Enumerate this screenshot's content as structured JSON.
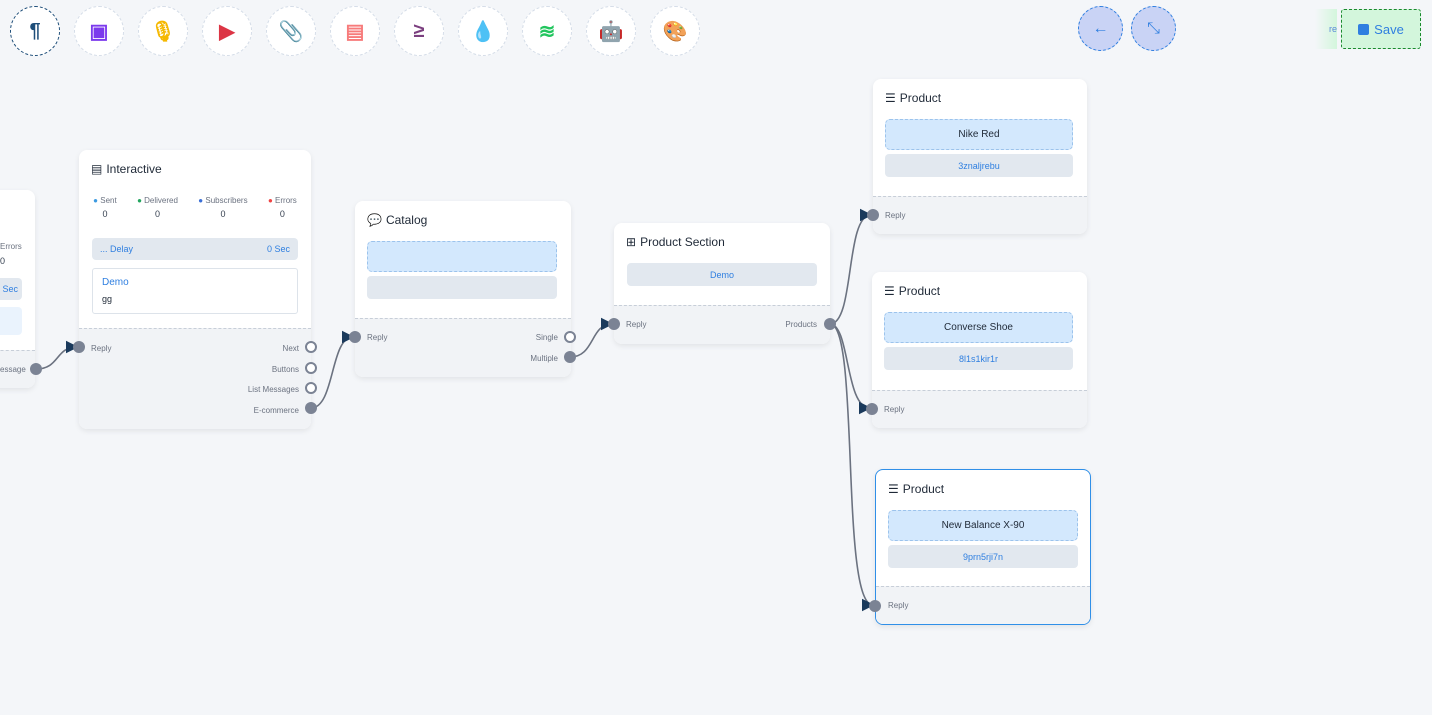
{
  "toolbar": {
    "tools": [
      {
        "icon": "paragraph-icon",
        "glyph": "¶",
        "color": "#1e4e79"
      },
      {
        "icon": "image-icon",
        "glyph": "▣",
        "color": "#7c3aed"
      },
      {
        "icon": "microphone-icon",
        "glyph": "🎙",
        "color": "#f5b800"
      },
      {
        "icon": "youtube-icon",
        "glyph": "▶",
        "color": "#dc3545"
      },
      {
        "icon": "paperclip-icon",
        "glyph": "📎",
        "color": "#198754"
      },
      {
        "icon": "newspaper-icon",
        "glyph": "▤",
        "color": "#f77b7b"
      },
      {
        "icon": "greater-equal-icon",
        "glyph": "≥",
        "color": "#7b3f7f"
      },
      {
        "icon": "droplet-icon",
        "glyph": "💧",
        "color": "#c8102e"
      },
      {
        "icon": "stack-overflow-icon",
        "glyph": "≋",
        "color": "#22c55e"
      },
      {
        "icon": "robot-icon",
        "glyph": "🤖",
        "color": "#1d1dd8"
      },
      {
        "icon": "palette-icon",
        "glyph": "🎨",
        "color": "#22c55e"
      }
    ],
    "back_glyph": "←",
    "compress_glyph": "⤡",
    "ghost_text": "re",
    "save_label": "Save"
  },
  "left_node": {
    "errors_label": "Errors",
    "errors": "0",
    "sec": "Sec",
    "port_label": "essage"
  },
  "interactive": {
    "title": "Interactive",
    "stats": [
      {
        "label": "Sent",
        "value": "0",
        "color": "#3b9ae1"
      },
      {
        "label": "Delivered",
        "value": "0",
        "color": "#22a55e"
      },
      {
        "label": "Subscribers",
        "value": "0",
        "color": "#3b6fd6"
      },
      {
        "label": "Errors",
        "value": "0",
        "color": "#ef4444"
      }
    ],
    "delay_label": "... Delay",
    "delay_value": "0 Sec",
    "card_title": "Demo",
    "card_body": "gg",
    "reply": "Reply",
    "outputs": [
      "Next",
      "Buttons",
      "List Messages",
      "E-commerce"
    ]
  },
  "catalog": {
    "title": "Catalog",
    "reply": "Reply",
    "outputs": [
      "Single",
      "Multiple"
    ]
  },
  "product_section": {
    "title": "Product Section",
    "item": "Demo",
    "reply": "Reply",
    "output": "Products"
  },
  "products": [
    {
      "title": "Product",
      "name": "Nike Red",
      "id": "3znaljrebu",
      "reply": "Reply"
    },
    {
      "title": "Product",
      "name": "Converse Shoe",
      "id": "8l1s1kir1r",
      "reply": "Reply"
    },
    {
      "title": "Product",
      "name": "New Balance X-90",
      "id": "9prn5rji7n",
      "reply": "Reply"
    }
  ]
}
